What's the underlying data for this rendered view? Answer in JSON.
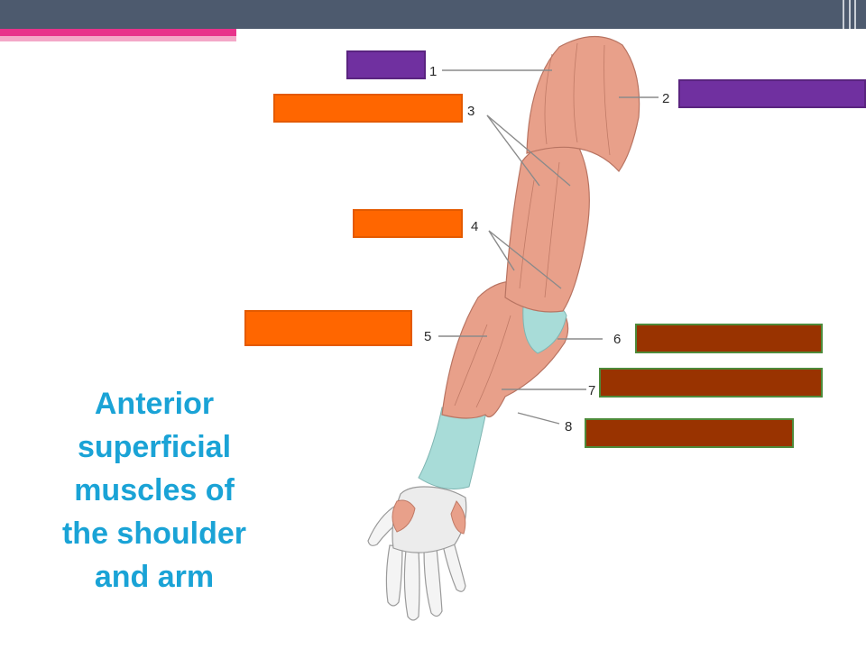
{
  "diagram": {
    "title_lines": [
      "Anterior",
      "superficial",
      "muscles of",
      "the shoulder",
      "and arm"
    ],
    "callout_numbers": [
      "1",
      "2",
      "3",
      "4",
      "5",
      "6",
      "7",
      "8"
    ]
  },
  "colors": {
    "header_bar": "#4d5a6e",
    "accent_pink": "#e8338b",
    "box_purple": "#7030a0",
    "box_orange": "#ff6600",
    "box_brown": "#993300",
    "title_blue": "#1aa3d6",
    "muscle": "#e8a08a",
    "tendon": "#a8dcd8"
  }
}
